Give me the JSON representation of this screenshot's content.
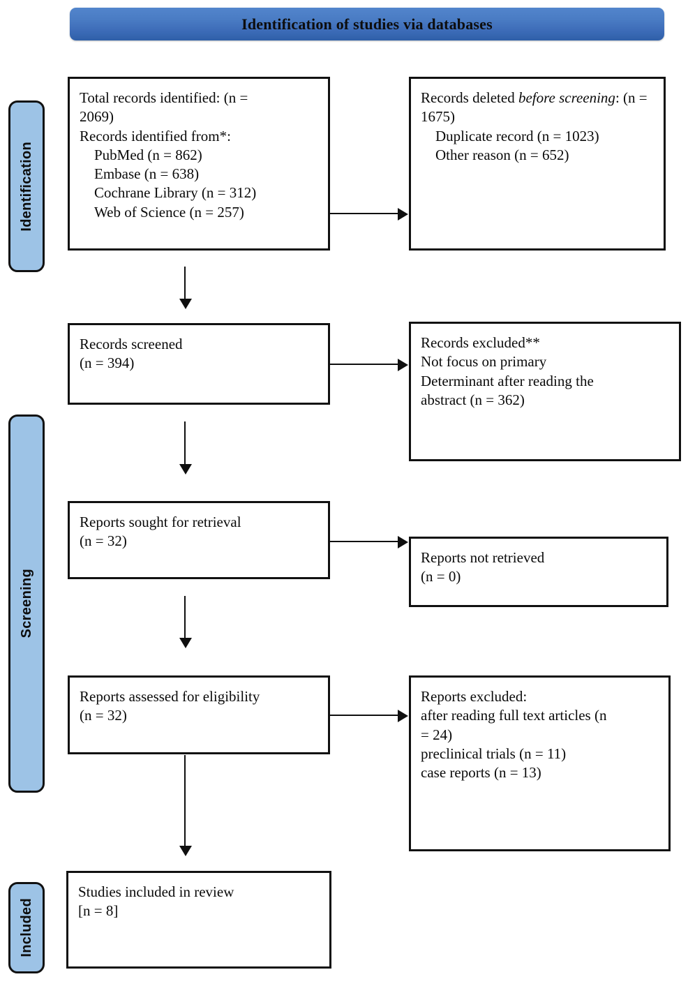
{
  "banner": {
    "title": "Identification of studies via databases"
  },
  "stages": [
    {
      "id": "identification",
      "label": "Identification"
    },
    {
      "id": "screening",
      "label": "Screening"
    },
    {
      "id": "included",
      "label": "Included"
    }
  ],
  "boxes": {
    "identified": {
      "name": "records-identified-box",
      "lines": [
        "Total records identified: (n = 2069)",
        "Records identified from*:",
        "PubMed (n = 862)",
        "Embase (n = 638)",
        "Cochrane Library (n = 312)",
        "Web of Science (n = 257)"
      ],
      "total_n": 2069,
      "sources": [
        {
          "name": "PubMed",
          "n": 862
        },
        {
          "name": "Embase",
          "n": 638
        },
        {
          "name": "Cochrane Library",
          "n": 312
        },
        {
          "name": "Web of Science",
          "n": 257
        }
      ]
    },
    "deleted": {
      "name": "records-deleted-box",
      "heading_plain": "Records deleted ",
      "heading_italic": "before screening",
      "heading_tail": ": (n = 1675)",
      "lines": [
        "Duplicate record (n = 1023)",
        "Other reason (n = 652)"
      ],
      "total_n": 1675
    },
    "screened": {
      "name": "records-screened-box",
      "lines": [
        "Records screened",
        "(n = 394)"
      ],
      "n": 394
    },
    "excluded_records": {
      "name": "records-excluded-box",
      "lines": [
        "Records excluded**",
        "Not focus on primary",
        "Determinant after reading the",
        "abstract (n = 362)"
      ],
      "n": 362
    },
    "sought": {
      "name": "reports-sought-box",
      "lines": [
        "Reports sought for retrieval",
        "(n = 32)"
      ],
      "n": 32
    },
    "not_retrieved": {
      "name": "reports-not-retrieved-box",
      "lines": [
        "Reports not retrieved",
        "(n = 0)"
      ],
      "n": 0
    },
    "assessed": {
      "name": "reports-assessed-box",
      "lines": [
        "Reports assessed for eligibility",
        "(n = 32)"
      ],
      "n": 32
    },
    "excluded_reports": {
      "name": "reports-excluded-box",
      "lines": [
        "Reports excluded:",
        "after reading full text articles (n = 24)",
        "preclinical trials (n = 11)",
        "case reports (n = 13)"
      ],
      "reasons": [
        {
          "label": "after reading full text articles",
          "n": 24
        },
        {
          "label": "preclinical trials",
          "n": 11
        },
        {
          "label": "case reports",
          "n": 13
        }
      ]
    },
    "included": {
      "name": "studies-included-box",
      "lines": [
        "Studies included in review",
        "[n = 8]"
      ],
      "n": 8
    }
  },
  "text": {
    "identified_body": "Total records identified: (n =\n2069)\nRecords identified from*:",
    "identified_sources": "    PubMed (n = 862)\n    Embase (n = 638)\n    Cochrane Library (n = 312)\n    Web of Science (n = 257)",
    "deleted_sub": "    Duplicate record (n = 1023)\n    Other reason (n = 652)",
    "screened_body": "Records screened\n(n = 394)",
    "excluded_records_body": "Records excluded**\nNot focus on primary\nDeterminant after reading the\nabstract (n = 362)",
    "sought_body": "Reports sought for retrieval\n(n = 32)",
    "not_retrieved_body": "Reports not retrieved\n(n = 0)",
    "assessed_body": "Reports assessed for eligibility\n(n = 32)",
    "excluded_reports_body": "Reports excluded:\nafter reading full text articles (n\n= 24)\npreclinical trials (n = 11)\ncase reports (n = 13)",
    "included_body": "Studies included in review\n[n = 8]"
  },
  "colors": {
    "banner_top": "#5285cc",
    "banner_bottom": "#2f5fa8",
    "pill_fill": "#9dc3e6",
    "stroke": "#111111",
    "text": "#0a0a0a"
  }
}
